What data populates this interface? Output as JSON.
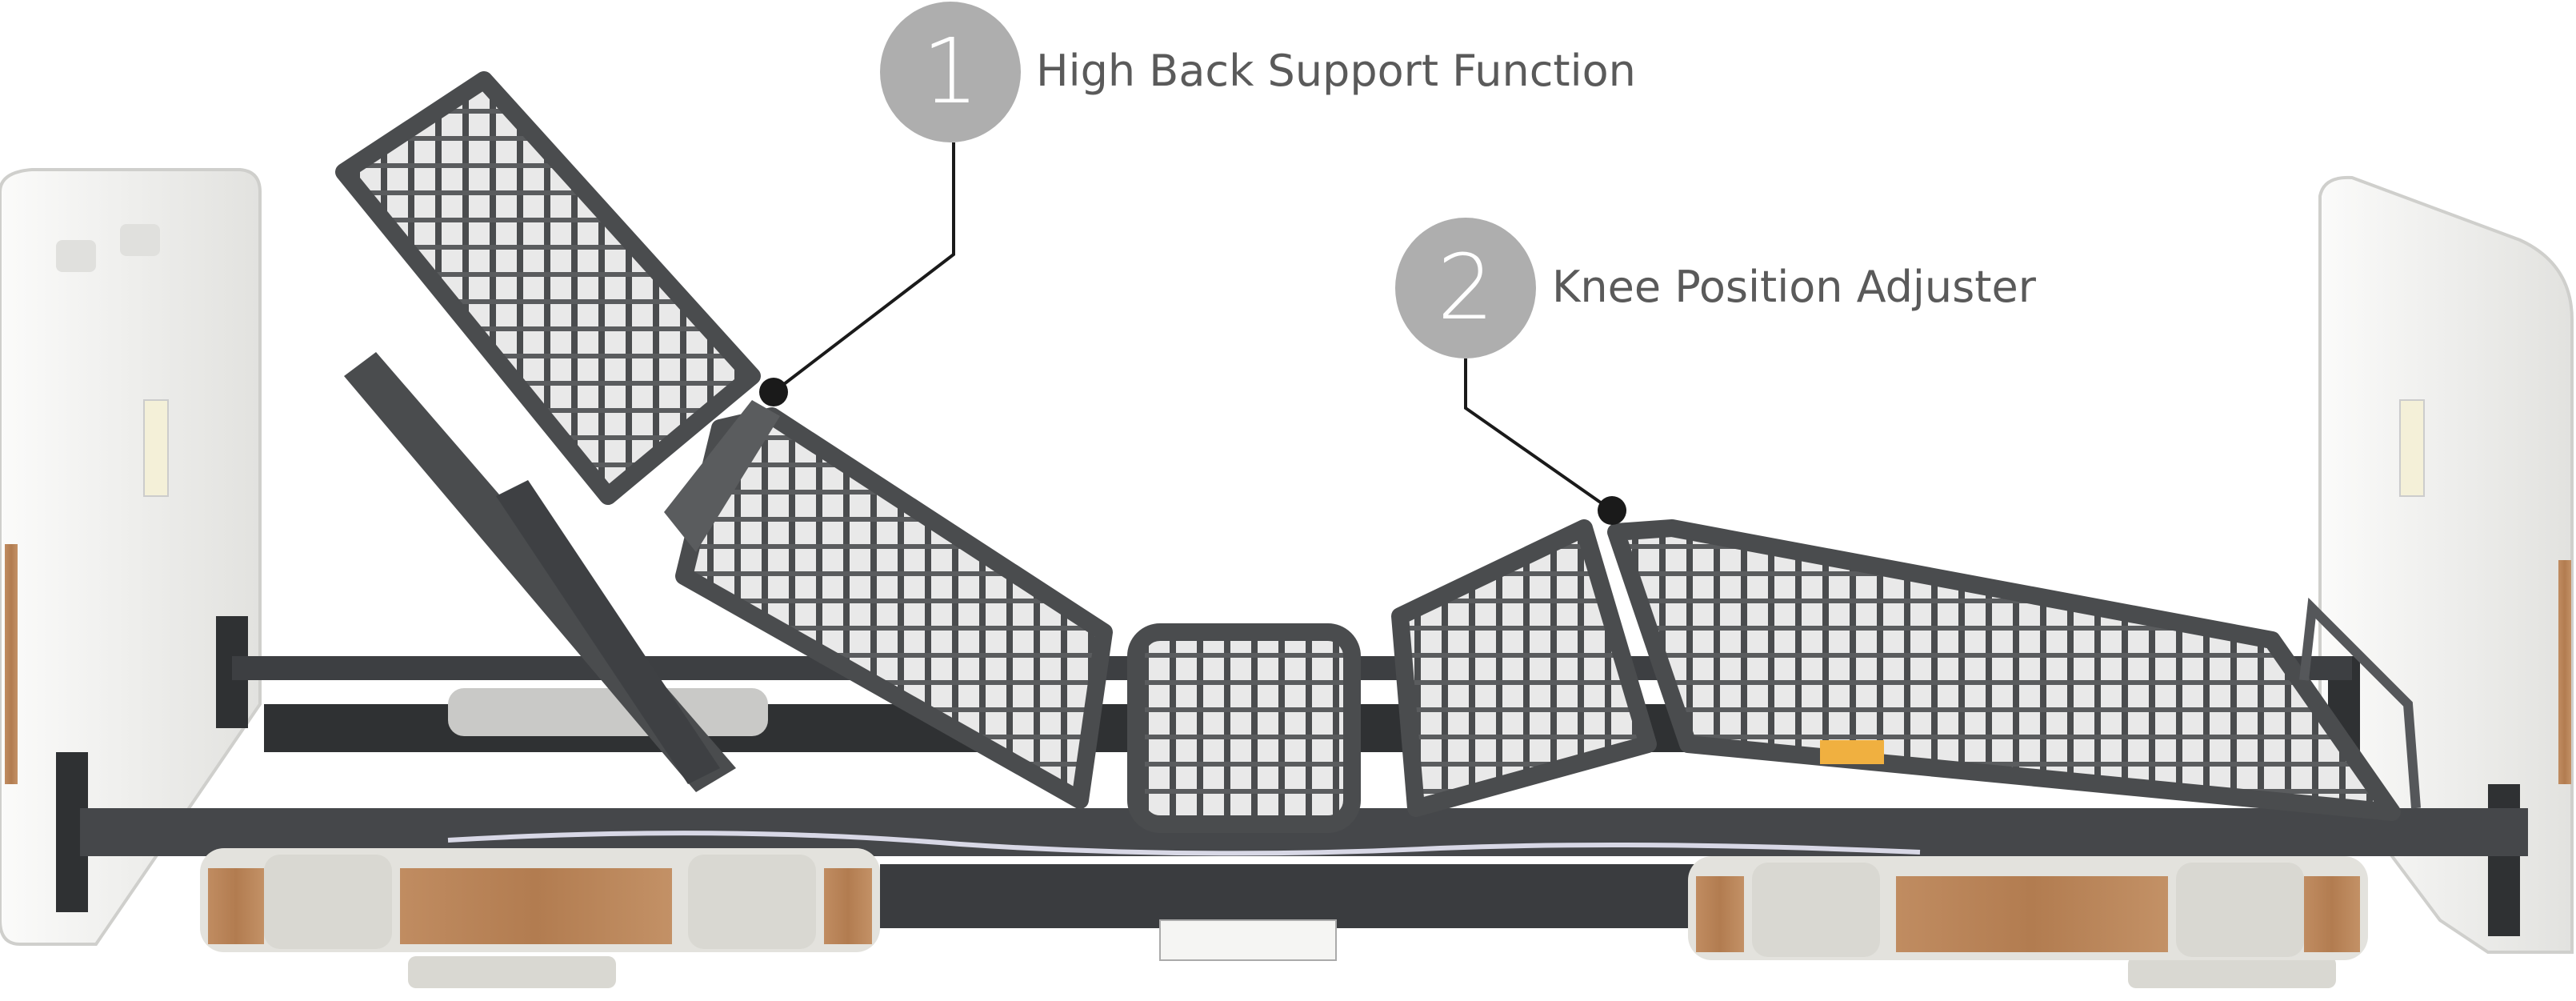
{
  "callouts": [
    {
      "number": "1",
      "label": "High Back Support Function"
    },
    {
      "number": "2",
      "label": "Knee Position Adjuster"
    }
  ],
  "colors": {
    "frame": "#4a4c4e",
    "frame_dark": "#2f3133",
    "panel_white": "#f1f1ef",
    "wood": "#b9855a",
    "badge": "#aeaeae",
    "label_text": "#5a5a5a",
    "leader": "#1a1a1a"
  },
  "icons": [
    "bed-illustration"
  ]
}
